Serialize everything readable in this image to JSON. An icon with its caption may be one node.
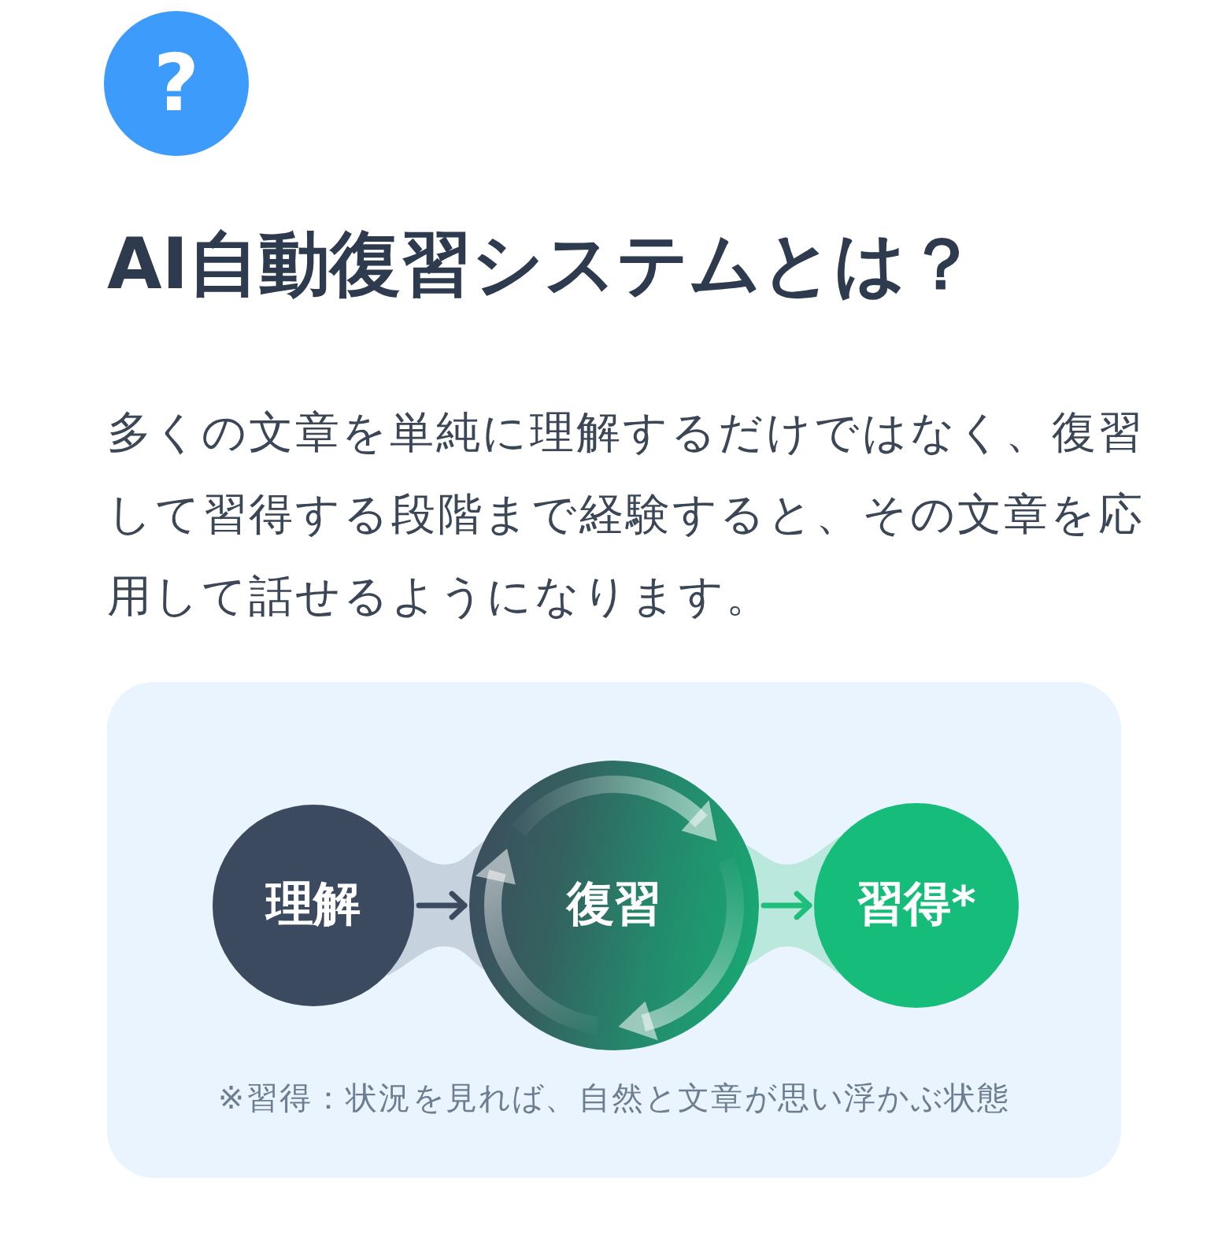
{
  "diagram": {
    "title": "AI自動復習システムとは？",
    "nodes": [
      {
        "text": [
          "?"
        ]
      },
      {
        "text": [
          "※習得：状況を見れば、自然と文章が思い浮かぶ状態"
        ]
      },
      {
        "text": [
          "理解"
        ],
        "in": 1
      },
      {
        "text": [
          "復習"
        ],
        "in": 1
      },
      {
        "text": [
          "習得*"
        ],
        "in": 1
      }
    ],
    "edges": [
      {
        "from": 2,
        "to": 3,
        "arrow": "to",
        "color": "#3b4a5f"
      },
      {
        "from": 3,
        "to": 4,
        "arrow": "to",
        "color": "#1dbf7a"
      }
    ],
    "labels": [
      "多くの文章を単純に理解するだけではなく、復習して習得する段階まで経験すると、その文章を応用して話せるようになります。"
    ]
  }
}
